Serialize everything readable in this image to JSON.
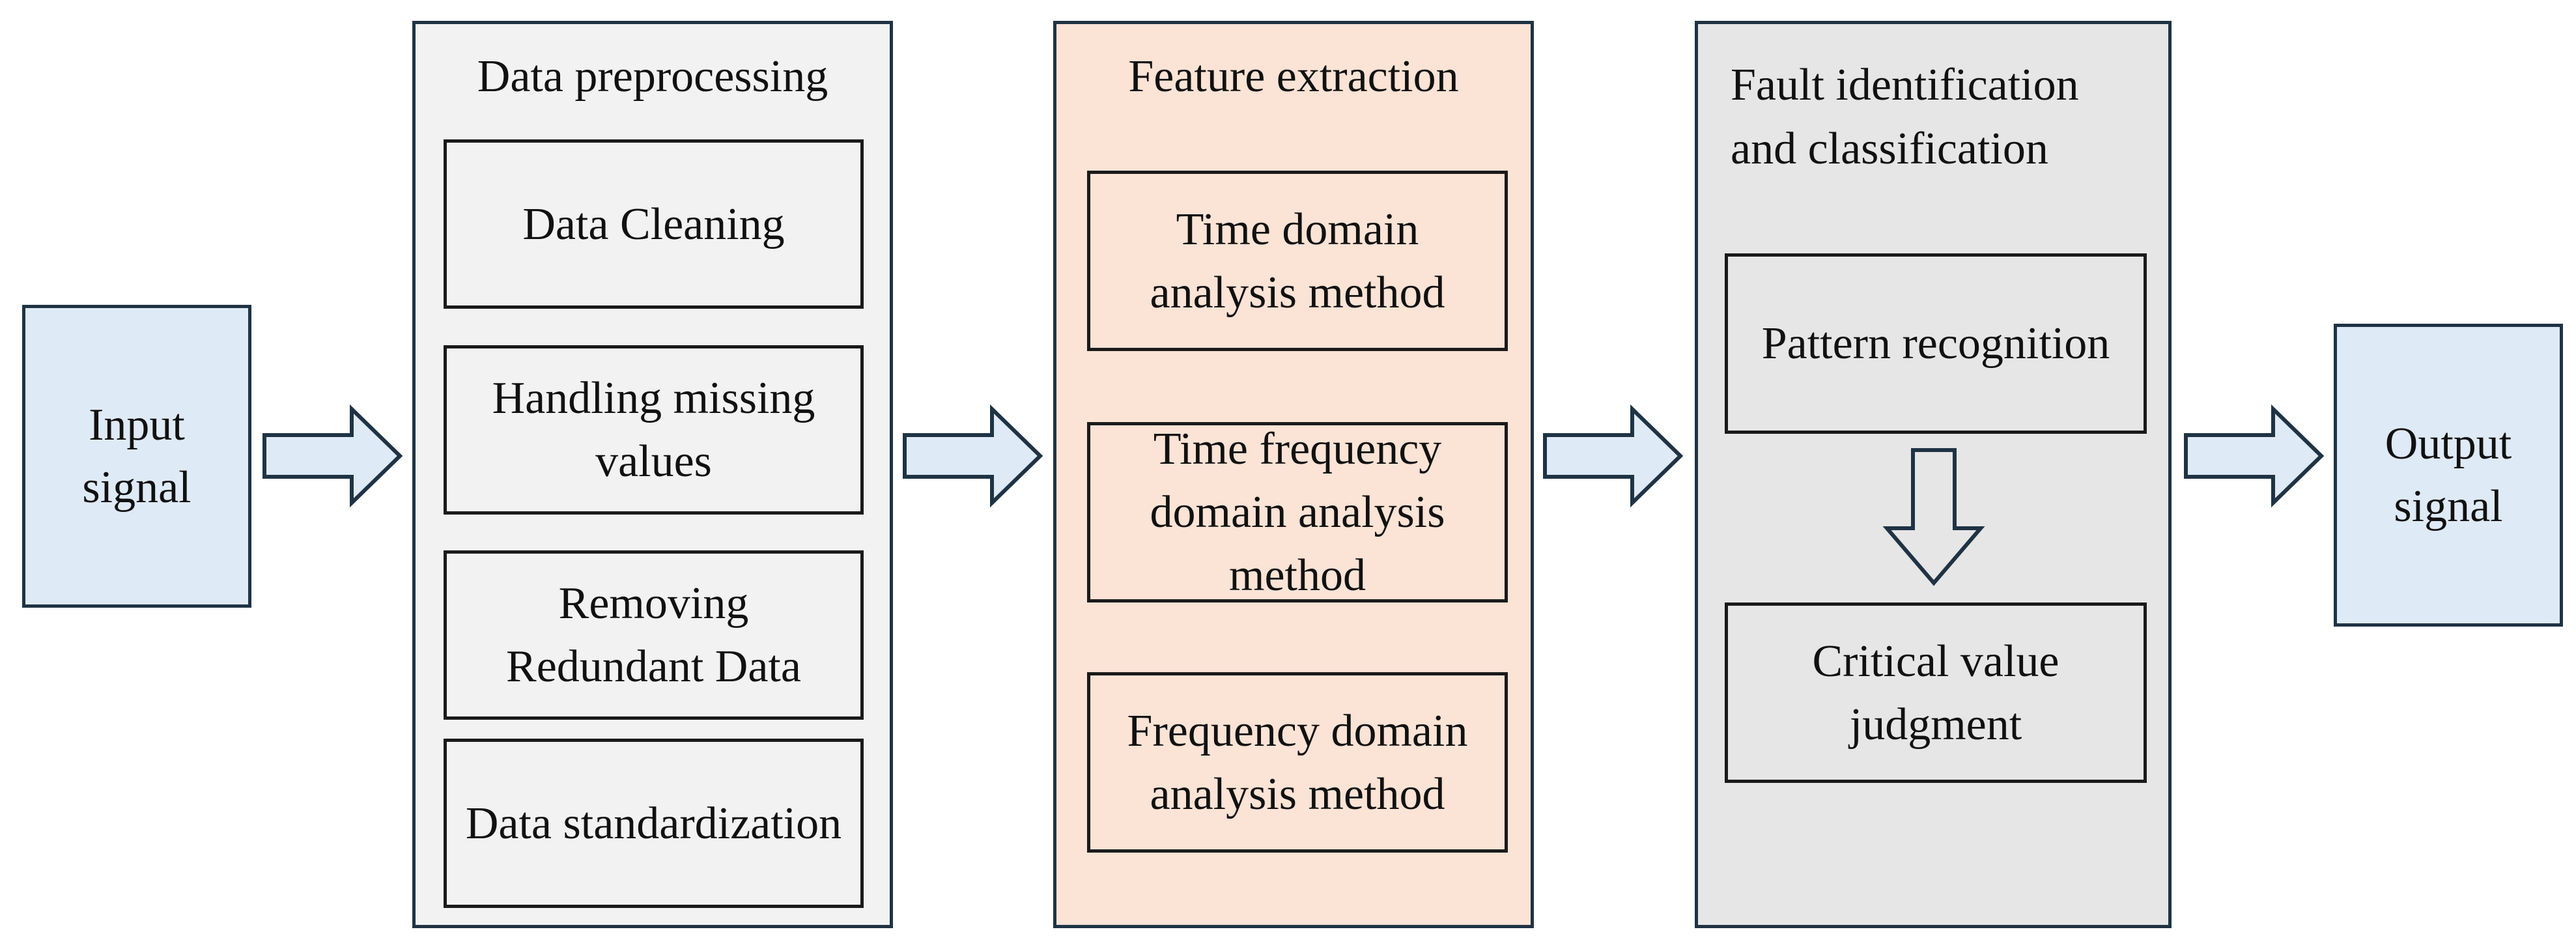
{
  "input": {
    "label": "Input signal"
  },
  "output": {
    "label": "Output signal"
  },
  "stages": [
    {
      "title": "Data preprocessing",
      "items": [
        "Data Cleaning",
        "Handling missing values",
        "Removing Redundant Data",
        "Data standardization"
      ]
    },
    {
      "title": "Feature extraction",
      "items": [
        "Time domain analysis method",
        "Time frequency domain analysis method",
        "Frequency domain analysis method"
      ]
    },
    {
      "title": "Fault identification and classification",
      "items": [
        "Pattern recognition",
        "Critical value judgment"
      ]
    }
  ],
  "colors": {
    "io_fill": "#deeaf6",
    "stage1_fill": "#f2f2f2",
    "stage2_fill": "#fbe3d5",
    "stage3_fill": "#e6e6e6",
    "border": "#1f3344"
  }
}
